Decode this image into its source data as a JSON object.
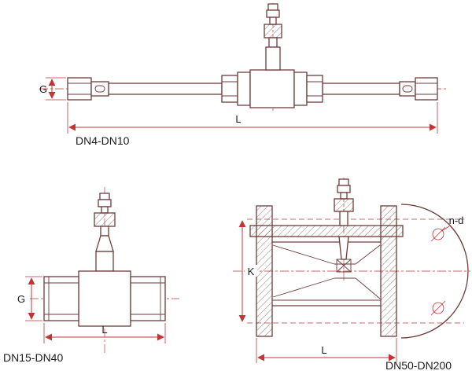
{
  "colors": {
    "geometry": "#6e3b3b",
    "dimension": "#c23535",
    "centerline": "#c46a6a",
    "text": "#1c1c1c",
    "background": "#ffffff"
  },
  "views": {
    "dn4_dn10": {
      "caption": "DN4-DN10",
      "labels": {
        "g": "G",
        "l": "L"
      }
    },
    "dn15_dn40": {
      "caption": "DN15-DN40",
      "labels": {
        "g": "G",
        "l": "L"
      }
    },
    "dn50_dn200": {
      "caption": "DN50-DN200",
      "labels": {
        "k": "K",
        "l": "L",
        "nd": "n-d"
      }
    }
  }
}
